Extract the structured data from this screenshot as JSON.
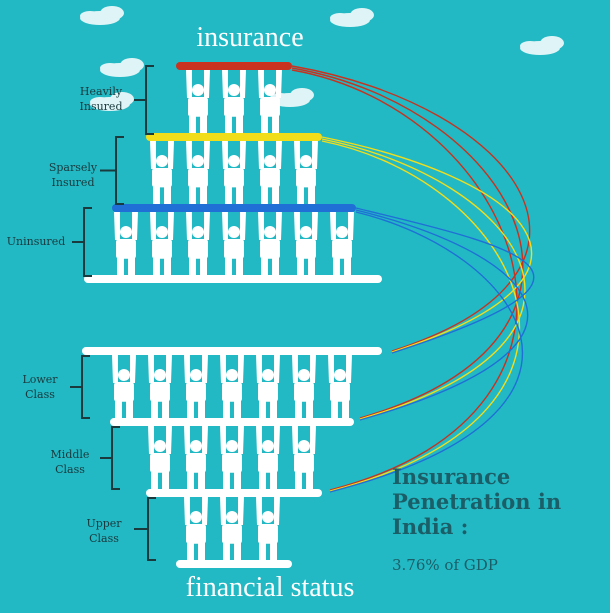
{
  "titles": {
    "top": "insurance",
    "bottom": "financial status"
  },
  "insurance_tiers": [
    {
      "label": "Heavily\nInsured",
      "bar_color": "#c8321e",
      "people": 3
    },
    {
      "label": "Sparsely\nInsured",
      "bar_color": "#f2dd1a",
      "people": 5
    },
    {
      "label": "Uninsured",
      "bar_color": "#1f6fd6",
      "people": 7
    }
  ],
  "financial_tiers": [
    {
      "label": "Lower\nClass",
      "people": 7
    },
    {
      "label": "Middle\nClass",
      "people": 5
    },
    {
      "label": "Upper\nClass",
      "people": 3
    }
  ],
  "info": {
    "heading": "Insurance Penetration in India :",
    "value": "3.76% of GDP"
  },
  "colors": {
    "background": "#22b9c4",
    "figure": "#ffffff",
    "connector_red": "#c8321e",
    "connector_yellow": "#f2dd1a",
    "connector_blue": "#1f6fd6"
  }
}
